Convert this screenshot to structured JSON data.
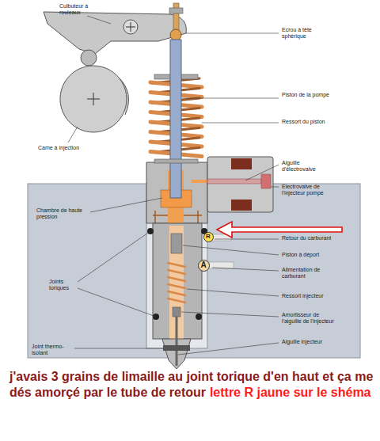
{
  "diagram": {
    "nodes": [
      {
        "text": [
          "R"
        ]
      },
      {
        "text": [
          "A"
        ]
      }
    ],
    "labels": [
      "Culbuteur à rouleaux",
      "Ecrou à tête sphérique",
      "Piston de la pompe",
      "Ressort du piston",
      "Came à injection",
      "Aiguille d'électrovalve",
      "Electrovalve de l'injecteur pompe",
      "Chambre de haute pression",
      "Retour du carburant",
      "Piston à déport",
      "Alimentation de carburant",
      "Joints toriques",
      "Ressort injecteur",
      "Amortisseur de l'aiguille de l'injecteur",
      "Joint thermo-isolant",
      "Aiguille injecteur",
      "j'avais 3 grains de limaille au joint torique d'en haut et ça me dés amorçé par le tube de retour",
      "lettre R jaune sur le shéma"
    ]
  }
}
